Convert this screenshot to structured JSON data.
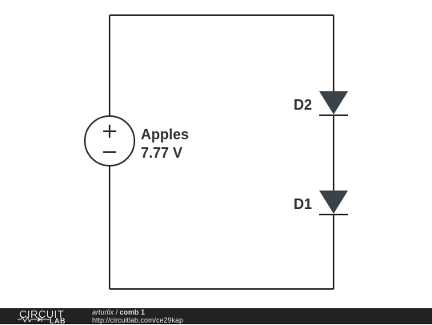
{
  "schematic": {
    "source": {
      "name": "Apples",
      "value": "7.77 V",
      "plus_symbol": "+",
      "minus_symbol": "−"
    },
    "diodes": [
      {
        "label": "D2"
      },
      {
        "label": "D1"
      }
    ],
    "wire_color": "#333333",
    "diode_fill": "#3b4349"
  },
  "footer": {
    "logo_top": "CIRCUIT",
    "logo_bottom": "LAB",
    "author": "arturlix",
    "separator": " / ",
    "title": "comb 1",
    "url": "http://circuitlab.com/ce29kap",
    "background": "#222222"
  }
}
